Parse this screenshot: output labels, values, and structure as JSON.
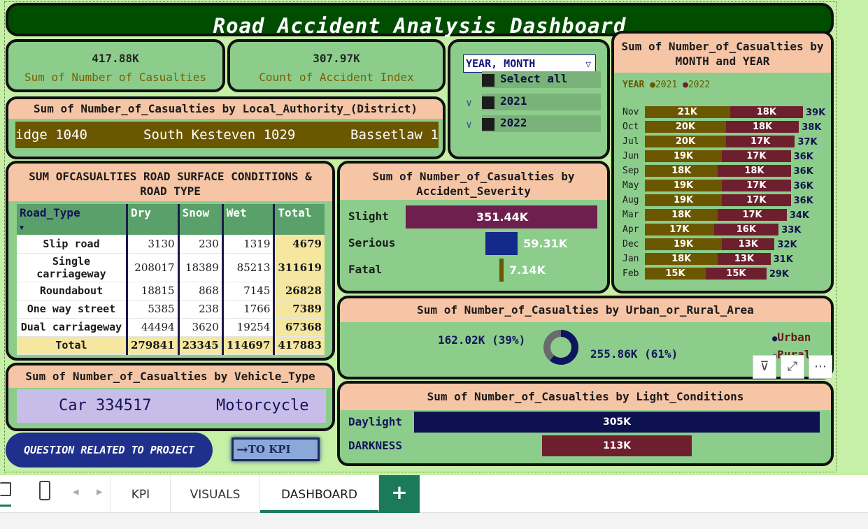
{
  "title": "Road Accident Analysis Dashboard",
  "kpis": [
    {
      "value": "417.88K",
      "label": "Sum of Number of Casualties"
    },
    {
      "value": "307.97K",
      "label": "Count of Accident Index"
    }
  ],
  "district": {
    "heading": "Sum of Number_of_Casualties by Local_Authority_(District)",
    "ticker": [
      "idge 1040",
      "South Kesteven 1029",
      "Bassetlaw 1"
    ]
  },
  "slicer": {
    "field": "YEAR, MONTH",
    "items": [
      "Select all",
      "2021",
      "2022"
    ]
  },
  "road_table": {
    "heading": "SUM OFCASUALTIES ROAD SURFACE CONDITIONS & ROAD TYPE",
    "columns": [
      "Road_Type",
      "Dry",
      "Snow",
      "Wet",
      "Total"
    ],
    "rows": [
      [
        "Slip road",
        "3130",
        "230",
        "1319",
        "4679"
      ],
      [
        "Single carriageway",
        "208017",
        "18389",
        "85213",
        "311619"
      ],
      [
        "Roundabout",
        "18815",
        "868",
        "7145",
        "26828"
      ],
      [
        "One way street",
        "5385",
        "238",
        "1766",
        "7389"
      ],
      [
        "Dual carriageway",
        "44494",
        "3620",
        "19254",
        "67368"
      ]
    ],
    "total": [
      "Total",
      "279841",
      "23345",
      "114697",
      "417883"
    ]
  },
  "severity": {
    "heading": "Sum of Number_of_Casualties by Accident_Severity",
    "items": [
      {
        "label": "Slight",
        "value": 351.44,
        "text": "351.44K",
        "color": "#6e1f4e"
      },
      {
        "label": "Serious",
        "value": 59.31,
        "text": "59.31K",
        "color": "#142a8a"
      },
      {
        "label": "Fatal",
        "value": 7.14,
        "text": "7.14K",
        "color": "#6b5700"
      }
    ]
  },
  "monthly": {
    "heading": "Sum of Number_of_Casualties by MONTH and YEAR",
    "legend_title": "YEAR",
    "legend": [
      {
        "name": "2021",
        "color": "#6b5700"
      },
      {
        "name": "2022",
        "color": "#6e1f2e"
      }
    ],
    "rows": [
      {
        "month": "Nov",
        "v2021": "21K",
        "v2022": "18K",
        "total": "39K",
        "a": 21,
        "b": 18
      },
      {
        "month": "Oct",
        "v2021": "20K",
        "v2022": "18K",
        "total": "38K",
        "a": 20,
        "b": 18
      },
      {
        "month": "Jul",
        "v2021": "20K",
        "v2022": "17K",
        "total": "37K",
        "a": 20,
        "b": 17
      },
      {
        "month": "Jun",
        "v2021": "19K",
        "v2022": "17K",
        "total": "36K",
        "a": 19,
        "b": 17
      },
      {
        "month": "Sep",
        "v2021": "18K",
        "v2022": "18K",
        "total": "36K",
        "a": 18,
        "b": 18
      },
      {
        "month": "May",
        "v2021": "19K",
        "v2022": "17K",
        "total": "36K",
        "a": 19,
        "b": 17
      },
      {
        "month": "Aug",
        "v2021": "19K",
        "v2022": "17K",
        "total": "36K",
        "a": 19,
        "b": 17
      },
      {
        "month": "Mar",
        "v2021": "18K",
        "v2022": "17K",
        "total": "34K",
        "a": 18,
        "b": 17
      },
      {
        "month": "Apr",
        "v2021": "17K",
        "v2022": "16K",
        "total": "33K",
        "a": 17,
        "b": 16
      },
      {
        "month": "Dec",
        "v2021": "19K",
        "v2022": "13K",
        "total": "32K",
        "a": 19,
        "b": 13
      },
      {
        "month": "Jan",
        "v2021": "18K",
        "v2022": "13K",
        "total": "31K",
        "a": 18,
        "b": 13
      },
      {
        "month": "Feb",
        "v2021": "15K",
        "v2022": "15K",
        "total": "29K",
        "a": 15,
        "b": 15
      }
    ]
  },
  "area": {
    "heading": "Sum of Number_of_Casualties by Urban_or_Rural_Area",
    "rural_text": "162.02K (39%)",
    "urban_text": "255.86K (61%)",
    "rural_pct": 39,
    "urban_pct": 61,
    "legend": [
      "Urban",
      "Rural"
    ],
    "urban_color": "#0e1560",
    "rural_color": "#6a6a6a"
  },
  "vehicle": {
    "heading": "Sum of Number_of_Casualties by Vehicle_Type",
    "ticker": [
      "Car 334517",
      "Motorcycle"
    ]
  },
  "light": {
    "heading": "Sum of Number_of_Casualties by Light_Conditions",
    "items": [
      {
        "label": "Daylight",
        "value": 305,
        "text": "305K",
        "color": "#0e1150"
      },
      {
        "label": "DARKNESS",
        "value": 113,
        "text": "113K",
        "color": "#6e1f2e"
      }
    ]
  },
  "buttons": {
    "question": "QUESTION RELATED TO PROJECT",
    "to_kpi": "TO KPI"
  },
  "tabs": [
    "KPI",
    "VISUALS",
    "DASHBOARD"
  ],
  "add_tab": "+"
}
